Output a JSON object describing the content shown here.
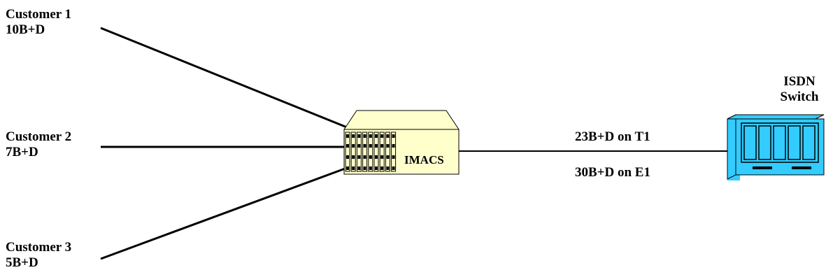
{
  "customers": [
    {
      "name": "Customer 1",
      "channels": "10B+D"
    },
    {
      "name": "Customer 2",
      "channels": "7B+D"
    },
    {
      "name": "Customer 3",
      "channels": "5B+D"
    }
  ],
  "mux": {
    "label": "IMACS"
  },
  "trunk": {
    "t1": "23B+D on T1",
    "e1": "30B+D on E1"
  },
  "switch": {
    "line1": "ISDN",
    "line2": "Switch"
  },
  "colors": {
    "mux_fill": "#ffffcc",
    "switch_fill": "#33ccff",
    "line": "#000000"
  }
}
